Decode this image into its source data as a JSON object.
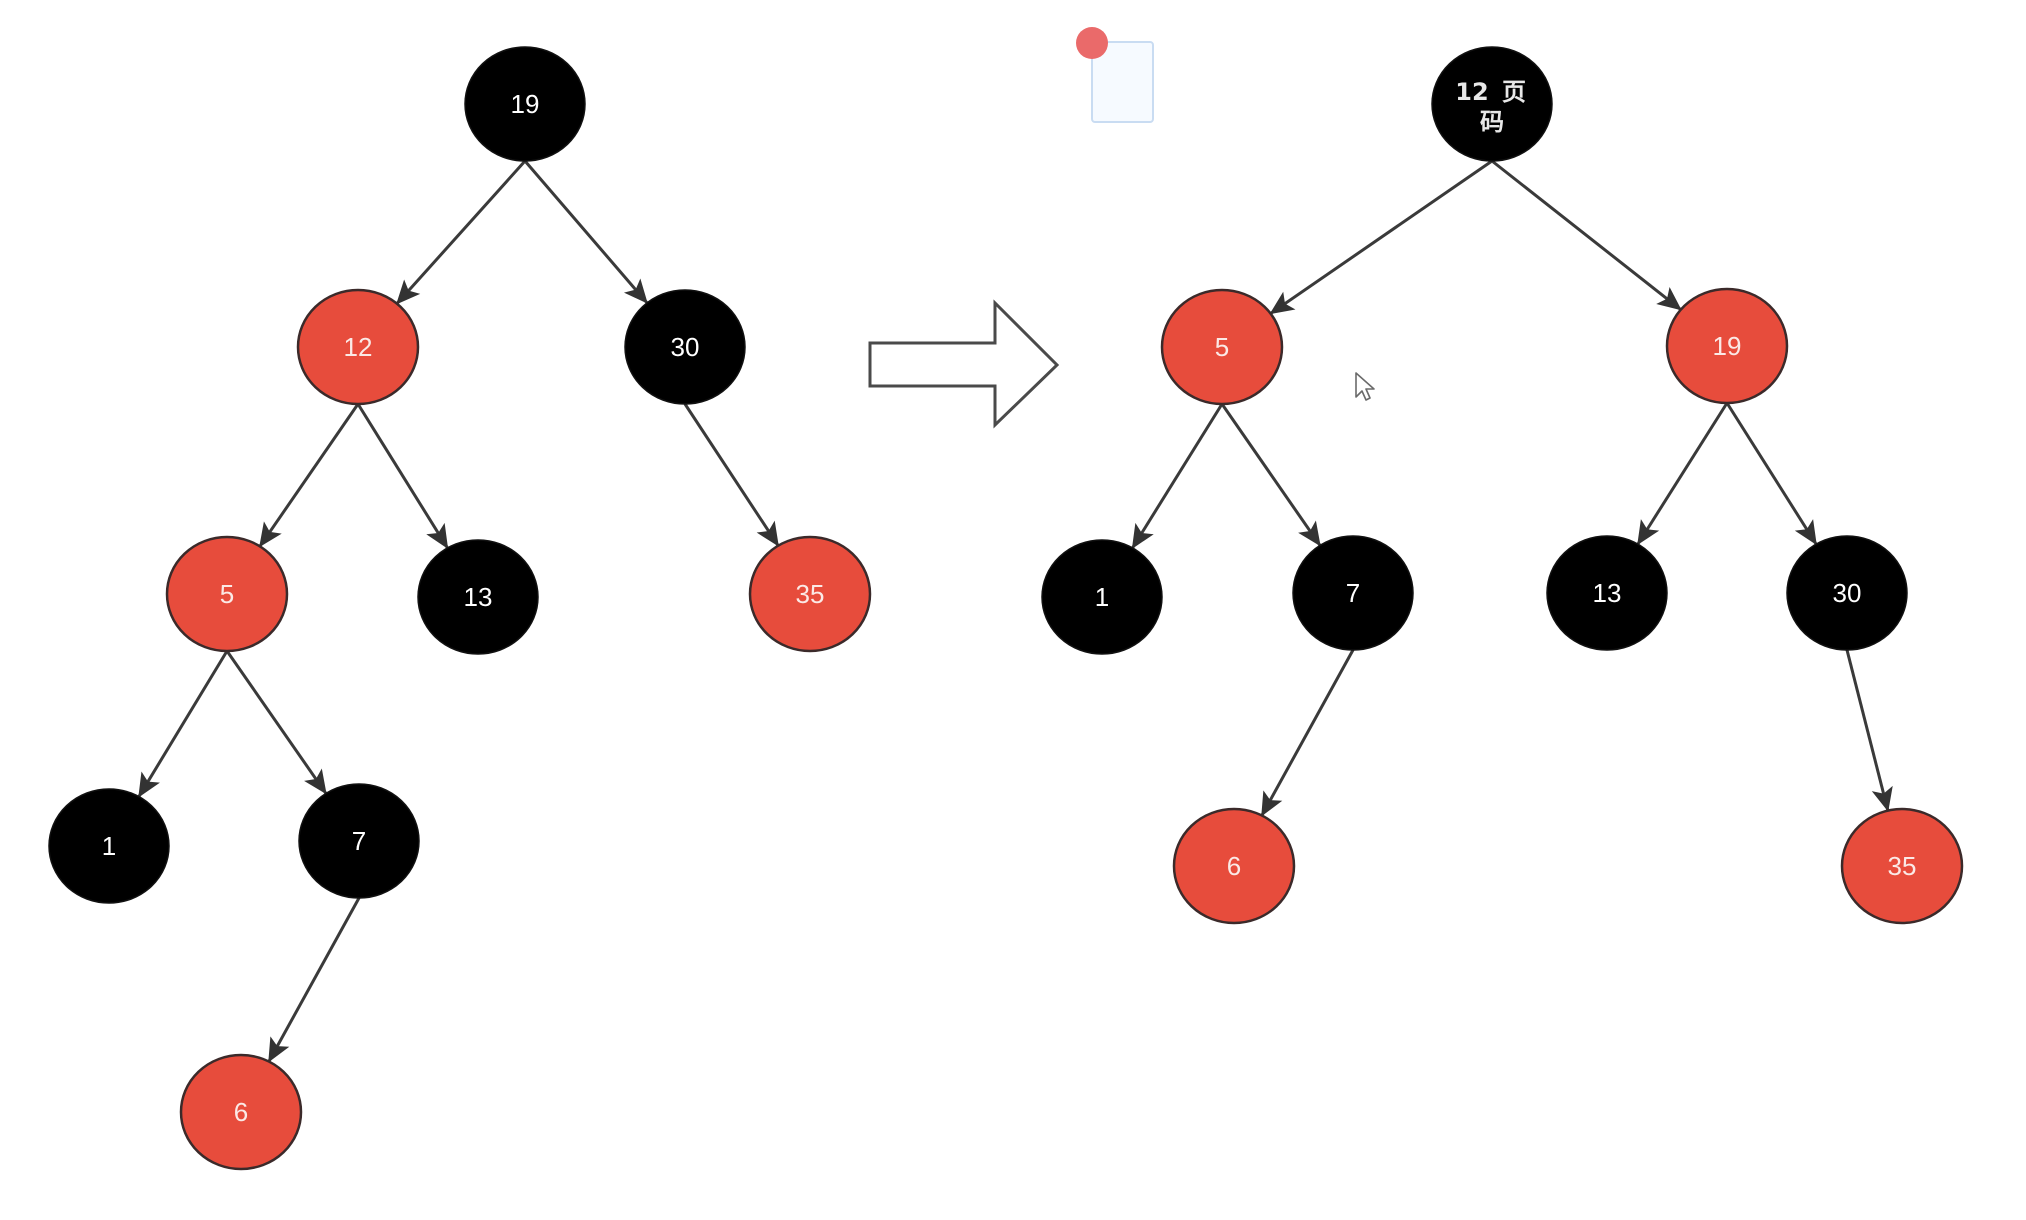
{
  "diagram": {
    "title": "Red-black tree rotation",
    "colors": {
      "red": "#e74c3c",
      "black": "#000000",
      "edge": "#3a3a3a",
      "node_border": "#3b2a2a",
      "transform_arrow": "#4a4a4a",
      "marker_dot": "#ea6a6a",
      "page_icon_border": "#c9dcf2",
      "page_icon_fill": "#f6faff"
    },
    "transition_icon": "right-block-arrow",
    "before_tree": {
      "name": "before",
      "nodes": [
        {
          "id": "b19",
          "label": "19",
          "color": "black"
        },
        {
          "id": "b12",
          "label": "12",
          "color": "red"
        },
        {
          "id": "b30",
          "label": "30",
          "color": "black"
        },
        {
          "id": "b5",
          "label": "5",
          "color": "red"
        },
        {
          "id": "b13",
          "label": "13",
          "color": "black"
        },
        {
          "id": "b35",
          "label": "35",
          "color": "red"
        },
        {
          "id": "b1",
          "label": "1",
          "color": "black"
        },
        {
          "id": "b7",
          "label": "7",
          "color": "black"
        },
        {
          "id": "b6",
          "label": "6",
          "color": "red"
        }
      ],
      "edges": [
        [
          "b19",
          "b12"
        ],
        [
          "b19",
          "b30"
        ],
        [
          "b12",
          "b5"
        ],
        [
          "b12",
          "b13"
        ],
        [
          "b30",
          "b35"
        ],
        [
          "b5",
          "b1"
        ],
        [
          "b5",
          "b7"
        ],
        [
          "b7",
          "b6"
        ]
      ]
    },
    "after_tree": {
      "name": "after",
      "nodes": [
        {
          "id": "a12",
          "label": "12",
          "label_overlay": "页码",
          "color": "black"
        },
        {
          "id": "a5",
          "label": "5",
          "color": "red"
        },
        {
          "id": "a19",
          "label": "19",
          "color": "red"
        },
        {
          "id": "a1",
          "label": "1",
          "color": "black"
        },
        {
          "id": "a7",
          "label": "7",
          "color": "black"
        },
        {
          "id": "a13",
          "label": "13",
          "color": "black"
        },
        {
          "id": "a30",
          "label": "30",
          "color": "black"
        },
        {
          "id": "a6",
          "label": "6",
          "color": "red"
        },
        {
          "id": "a35",
          "label": "35",
          "color": "red"
        }
      ],
      "edges": [
        [
          "a12",
          "a5"
        ],
        [
          "a12",
          "a19"
        ],
        [
          "a5",
          "a1"
        ],
        [
          "a5",
          "a7"
        ],
        [
          "a19",
          "a13"
        ],
        [
          "a19",
          "a30"
        ],
        [
          "a7",
          "a6"
        ],
        [
          "a30",
          "a35"
        ]
      ]
    },
    "overlay": {
      "page_icon": "page-placeholder-icon",
      "cursor": "mouse-pointer-icon"
    }
  }
}
